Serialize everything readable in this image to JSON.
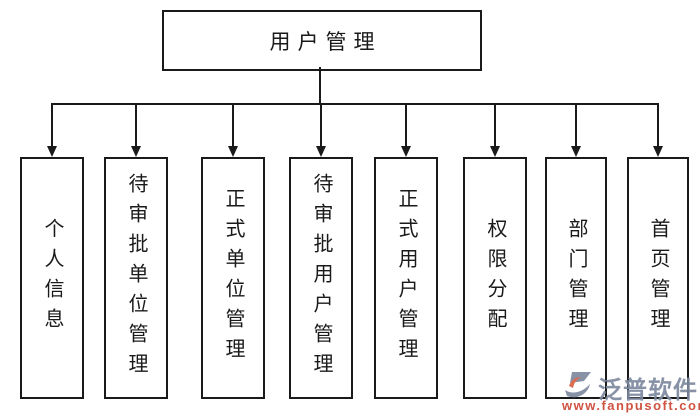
{
  "diagram": {
    "root": {
      "label": "用户管理"
    },
    "children": [
      {
        "label": "个人信息"
      },
      {
        "label": "待审批单位管理"
      },
      {
        "label": "正式单位管理"
      },
      {
        "label": "待审批用户管理"
      },
      {
        "label": "正式用户管理"
      },
      {
        "label": "权限分配"
      },
      {
        "label": "部门管理"
      },
      {
        "label": "首页管理"
      }
    ]
  },
  "watermark": {
    "brand": "泛普软件",
    "url": "www.fanpusoft.com",
    "brand_color": "#7e89a0",
    "url_color": "#cc4433"
  },
  "colors": {
    "line": "#1a1a1a",
    "background": "#ffffff"
  }
}
